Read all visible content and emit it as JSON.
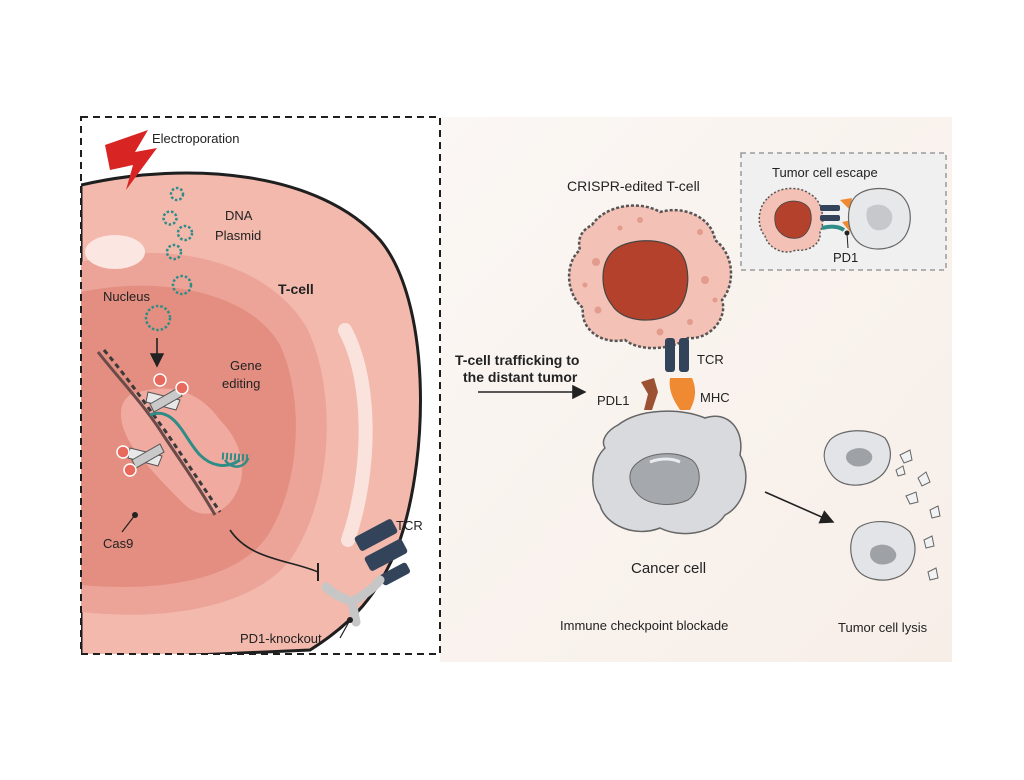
{
  "left_panel": {
    "electroporation_label": "Electroporation",
    "dna_label_line1": "DNA",
    "dna_label_line2": "Plasmid",
    "nucleus_label": "Nucleus",
    "tcell_label": "T-cell",
    "gene_editing_line1": "Gene",
    "gene_editing_line2": "editing",
    "cas9_label": "Cas9",
    "tcr_label": "TCR",
    "pd1_knockout_label": "PD1-knockout"
  },
  "right_panel": {
    "crispr_tcell_label": "CRISPR-edited T-cell",
    "escape_title": "Tumor cell escape",
    "pd1_label": "PD1",
    "trafficking_line1": "T-cell trafficking to",
    "trafficking_line2": "the distant tumor",
    "tcr_label": "TCR",
    "pdl1_label": "PDL1",
    "mhc_label": "MHC",
    "cancer_cell_label": "Cancer cell",
    "checkpoint_label": "Immune checkpoint blockade",
    "lysis_label": "Tumor cell lysis"
  },
  "colors": {
    "tcell_pink": "#f3b9ad",
    "nucleus_red": "#e79183",
    "tumor_core": "#b3412c",
    "dna_teal": "#2f8c86",
    "receptor_navy": "#33435a",
    "mhc_orange": "#ef8a33",
    "pdl1_brown": "#9c5133",
    "cancer_gray": "#d8dadd"
  }
}
